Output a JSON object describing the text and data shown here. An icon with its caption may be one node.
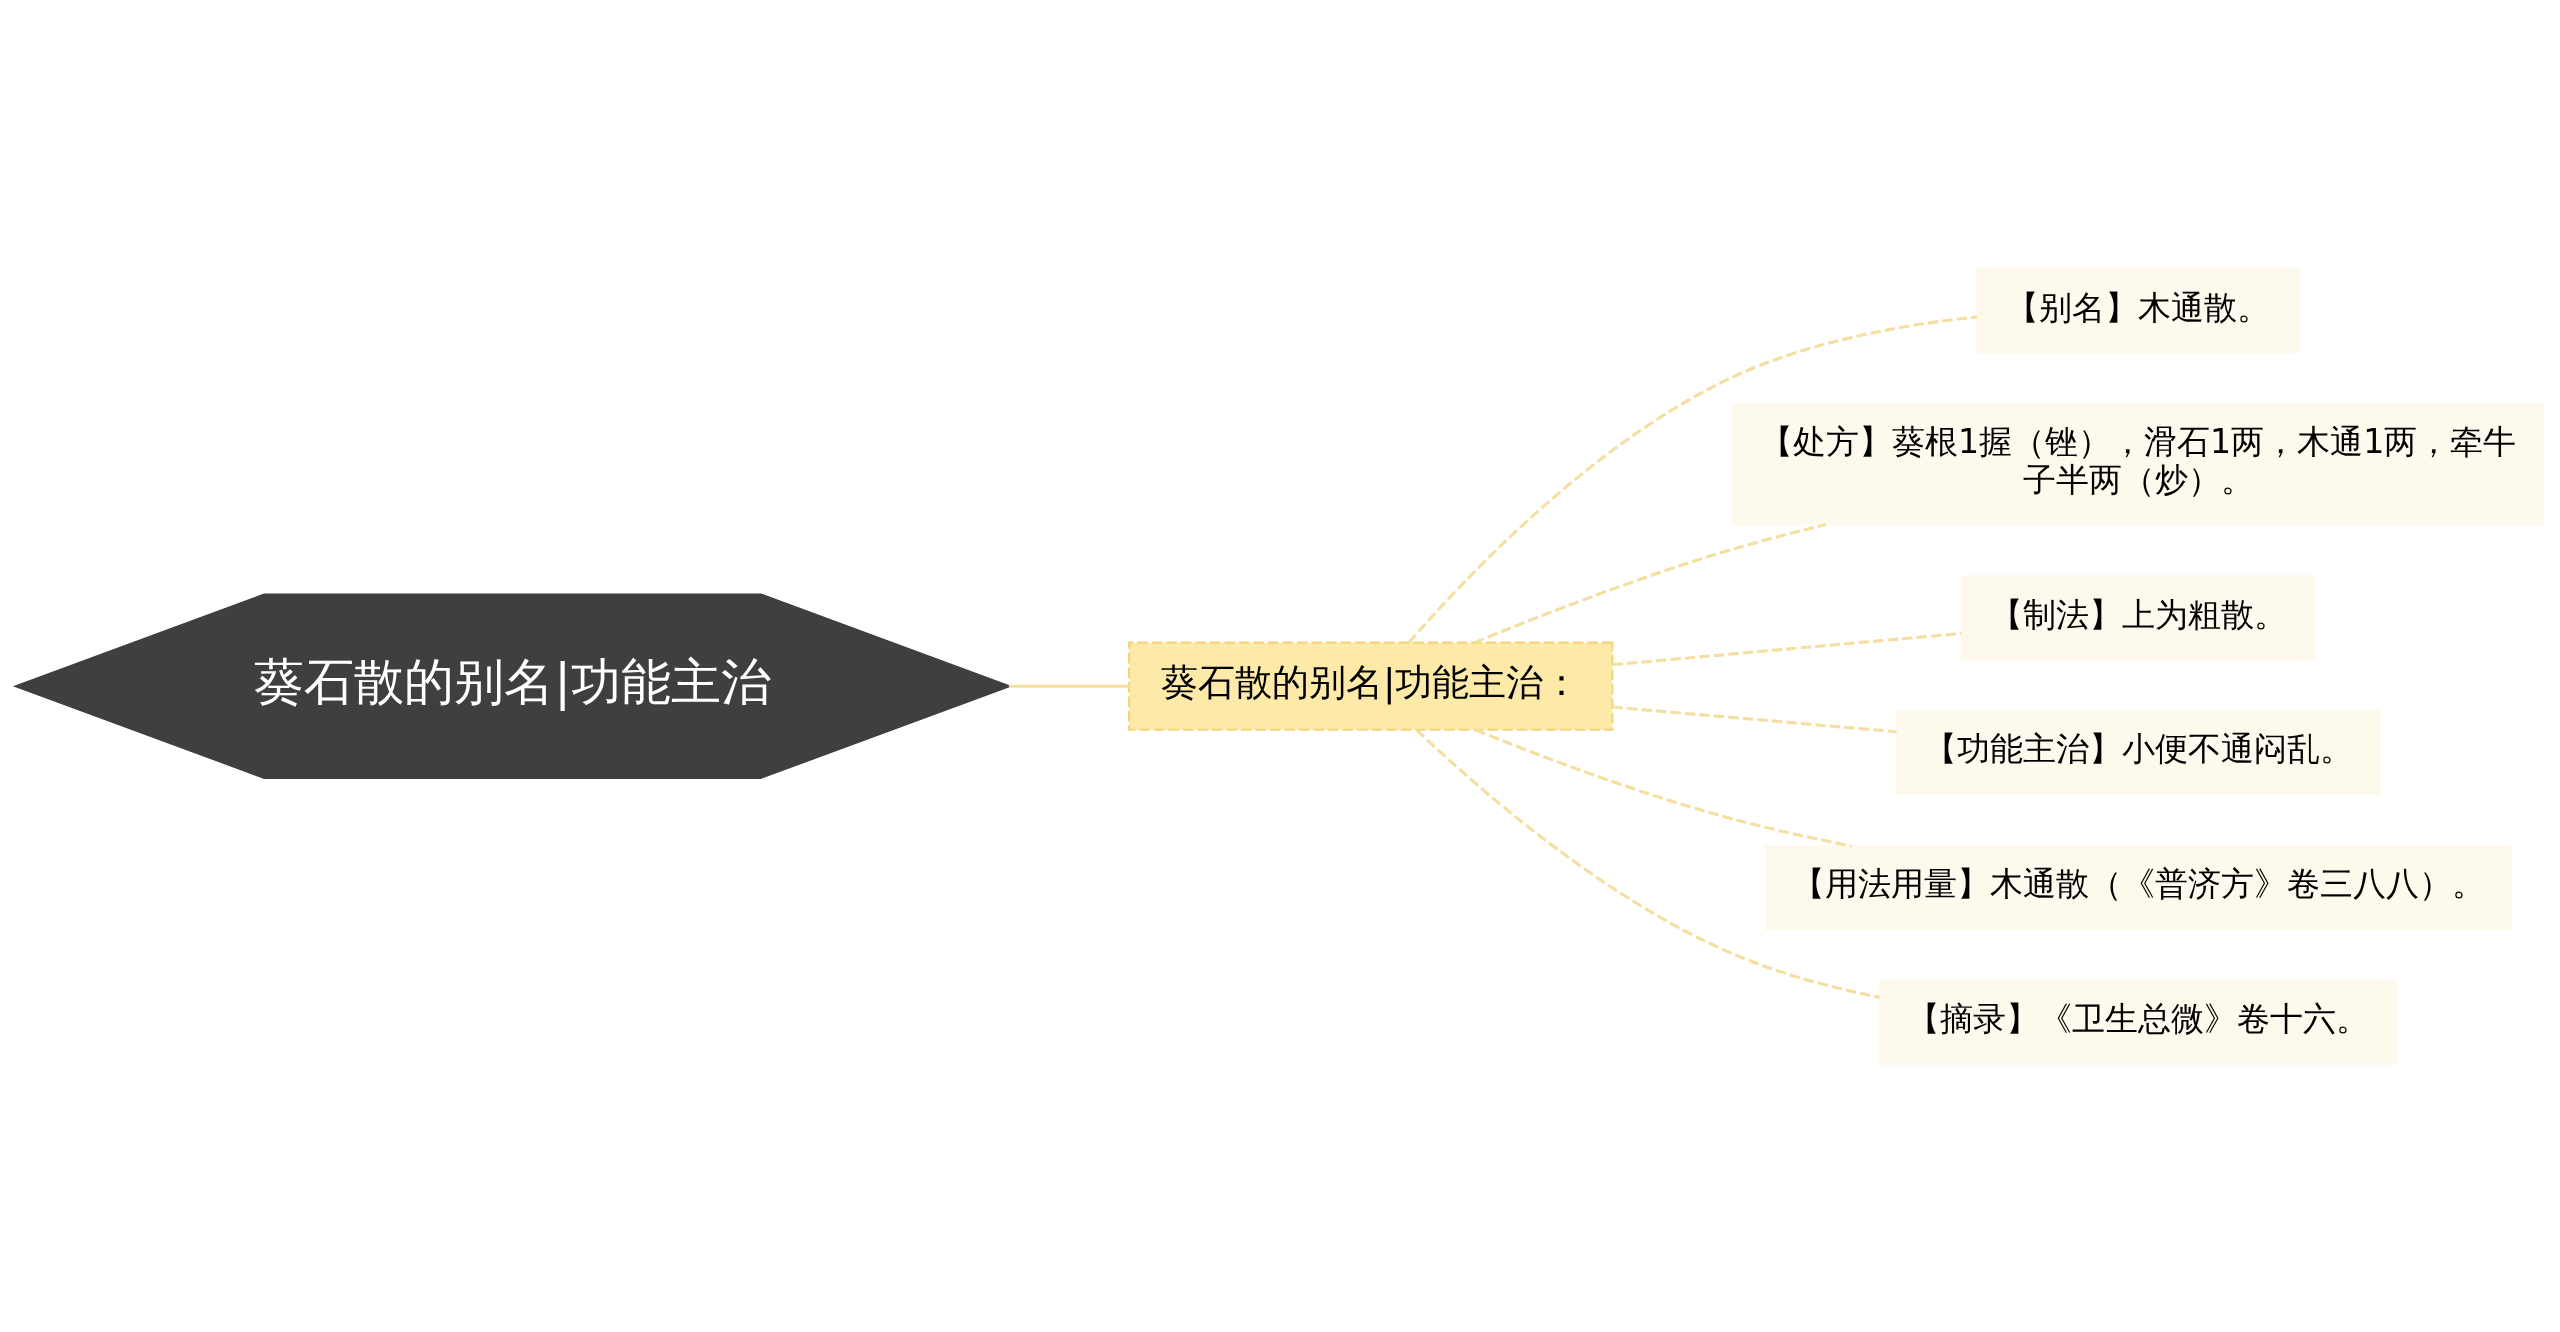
{
  "diagram": {
    "nodes": [
      {
        "text": [
          "葵石散的别名|功能主治"
        ]
      },
      {
        "text": [
          "葵石散的别名|功能主治："
        ]
      },
      {
        "text": [
          "【别名】木通散。"
        ]
      },
      {
        "text": [
          "【处方】葵根1握（锉），滑石1两，木通1两，牵牛子半两（炒）。"
        ]
      },
      {
        "text": [
          "【制法】上为粗散。"
        ]
      },
      {
        "text": [
          "【功能主治】小便不通闷乱。"
        ]
      },
      {
        "text": [
          "【用法用量】木通散（《普济方》卷三八八）。"
        ]
      },
      {
        "text": [
          "【摘录】《卫生总微》卷十六。"
        ]
      }
    ],
    "edges": [
      {
        "from": 0,
        "to": 1,
        "arrow": "none"
      },
      {
        "from": 1,
        "to": 2,
        "arrow": "none",
        "style": "dashed"
      },
      {
        "from": 1,
        "to": 3,
        "arrow": "none",
        "style": "dashed"
      },
      {
        "from": 1,
        "to": 4,
        "arrow": "none",
        "style": "dashed"
      },
      {
        "from": 1,
        "to": 5,
        "arrow": "none",
        "style": "dashed"
      },
      {
        "from": 1,
        "to": 6,
        "arrow": "none",
        "style": "dashed"
      },
      {
        "from": 1,
        "to": 7,
        "arrow": "none",
        "style": "dashed"
      }
    ]
  }
}
